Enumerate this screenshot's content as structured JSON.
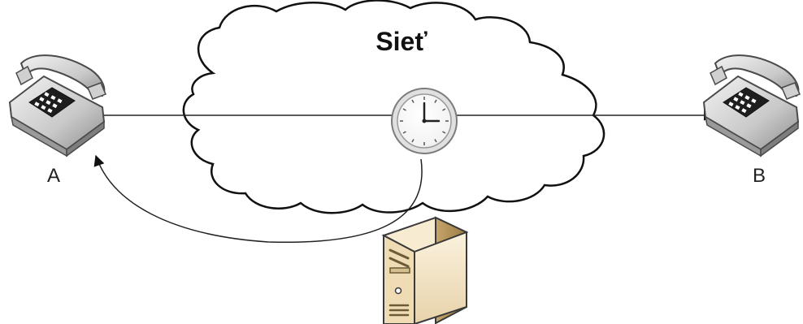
{
  "network": {
    "label": "Sieť"
  },
  "nodes": {
    "a": {
      "label": "A"
    },
    "b": {
      "label": "B"
    }
  },
  "icons": {
    "phone_a": "telephone-icon",
    "phone_b": "telephone-icon",
    "clock": "clock-icon",
    "server": "server-icon"
  }
}
